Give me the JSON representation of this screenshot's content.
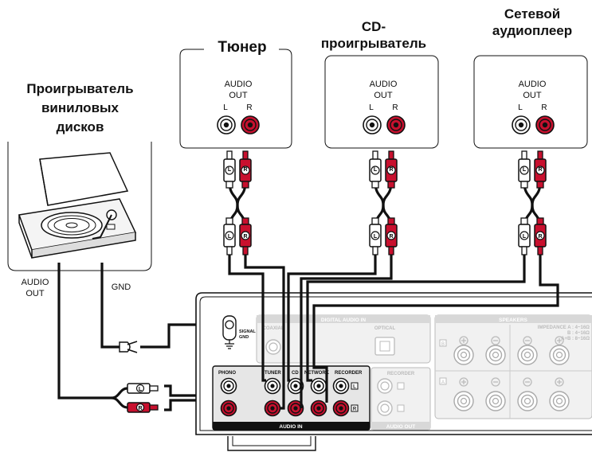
{
  "devices": {
    "tuner": {
      "title": "Тюнер",
      "audio_out": "AUDIO\nOUT",
      "l": "L",
      "r": "R"
    },
    "cd": {
      "title_line1": "CD-",
      "title_line2": "проигрыватель",
      "audio_out": "AUDIO\nOUT",
      "l": "L",
      "r": "R"
    },
    "network": {
      "title_line1": "Сетевой",
      "title_line2": "аудиоплеер",
      "audio_out": "AUDIO\nOUT",
      "l": "L",
      "r": "R"
    },
    "turntable": {
      "title_line1": "Проигрыватель",
      "title_line2": "виниловых",
      "title_line3": "дисков",
      "audio_out": "AUDIO\nOUT",
      "gnd": "GND"
    }
  },
  "plug_marks": {
    "left": "L",
    "right": "R"
  },
  "amplifier": {
    "digital_audio_in": "DIGITAL AUDIO IN",
    "coaxial": "COAXIAL",
    "optical": "OPTICAL",
    "speakers": "SPEAKERS",
    "impedance_lines": [
      "IMPEDANCE  A    : 4~16Ω",
      "B    : 4~16Ω",
      "A+B : 8~16Ω"
    ],
    "signal_gnd": "SIGNAL\nGND",
    "inputs": [
      "PHONO",
      "TUNER",
      "CD",
      "NETWORK",
      "RECORDER"
    ],
    "recorder_out": "RECORDER",
    "audio_in": "AUDIO IN",
    "audio_out": "AUDIO OUT",
    "speaker_marks": [
      "A",
      "B"
    ]
  },
  "colors": {
    "left_channel": "#ffffff",
    "right_channel": "#c8102e",
    "outline": "#111111",
    "panel": "#e6e6e6"
  }
}
